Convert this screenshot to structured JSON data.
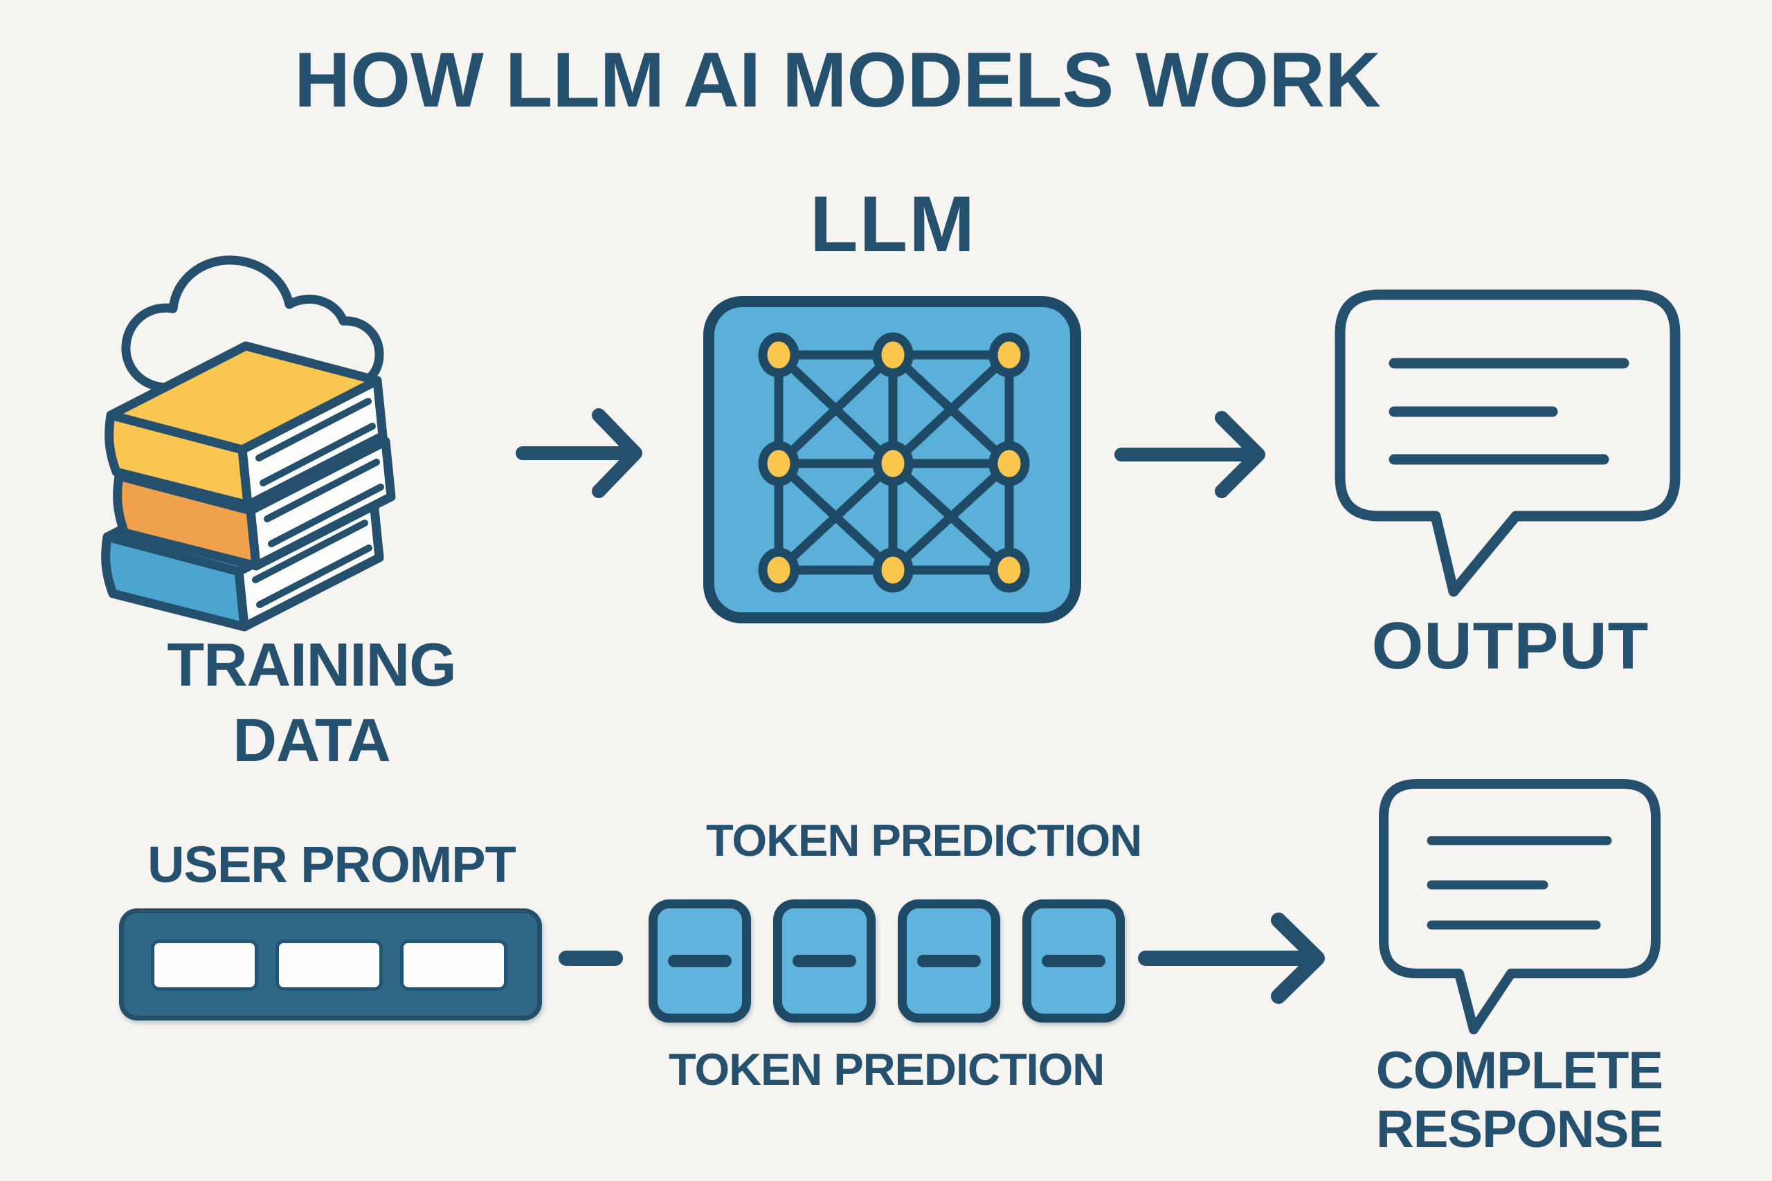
{
  "title": "HOW LLM AI MODELS WORK",
  "colors": {
    "navy": "#25506E",
    "outline": "#1F4A66",
    "llm_box_blue": "#5BB0D9",
    "token_blue": "#5FB3DC",
    "node_yellow": "#FBC64E",
    "book_yellow": "#F9C652",
    "book_orange": "#F0A14C",
    "book_blue": "#4CA5CE",
    "prompt_fill": "#2F6787",
    "background": "#F5F4F1"
  },
  "top_flow": {
    "training_data": {
      "icon": "books-cloud-icon",
      "label_line1": "TRAINING",
      "label_line2": "DATA",
      "label": "TRAINING\nDATA"
    },
    "llm": {
      "label": "LLM",
      "icon": "neural-network-icon",
      "node_count": 9,
      "grid": "3x3"
    },
    "output": {
      "icon": "speech-bubble-icon",
      "label": "OUTPUT",
      "text_line_count": 3
    }
  },
  "bottom_flow": {
    "user_prompt": {
      "label": "USER PROMPT",
      "token_cell_count": 3
    },
    "token_prediction": {
      "label_top": "TOKEN PREDICTION",
      "label_bottom": "TOKEN PREDICTION",
      "token_count": 4
    },
    "complete_response": {
      "icon": "speech-bubble-icon",
      "label_line1": "COMPLETE",
      "label_line2": "RESPONSE",
      "label": "COMPLETE\nRESPONSE",
      "text_line_count": 3
    }
  }
}
